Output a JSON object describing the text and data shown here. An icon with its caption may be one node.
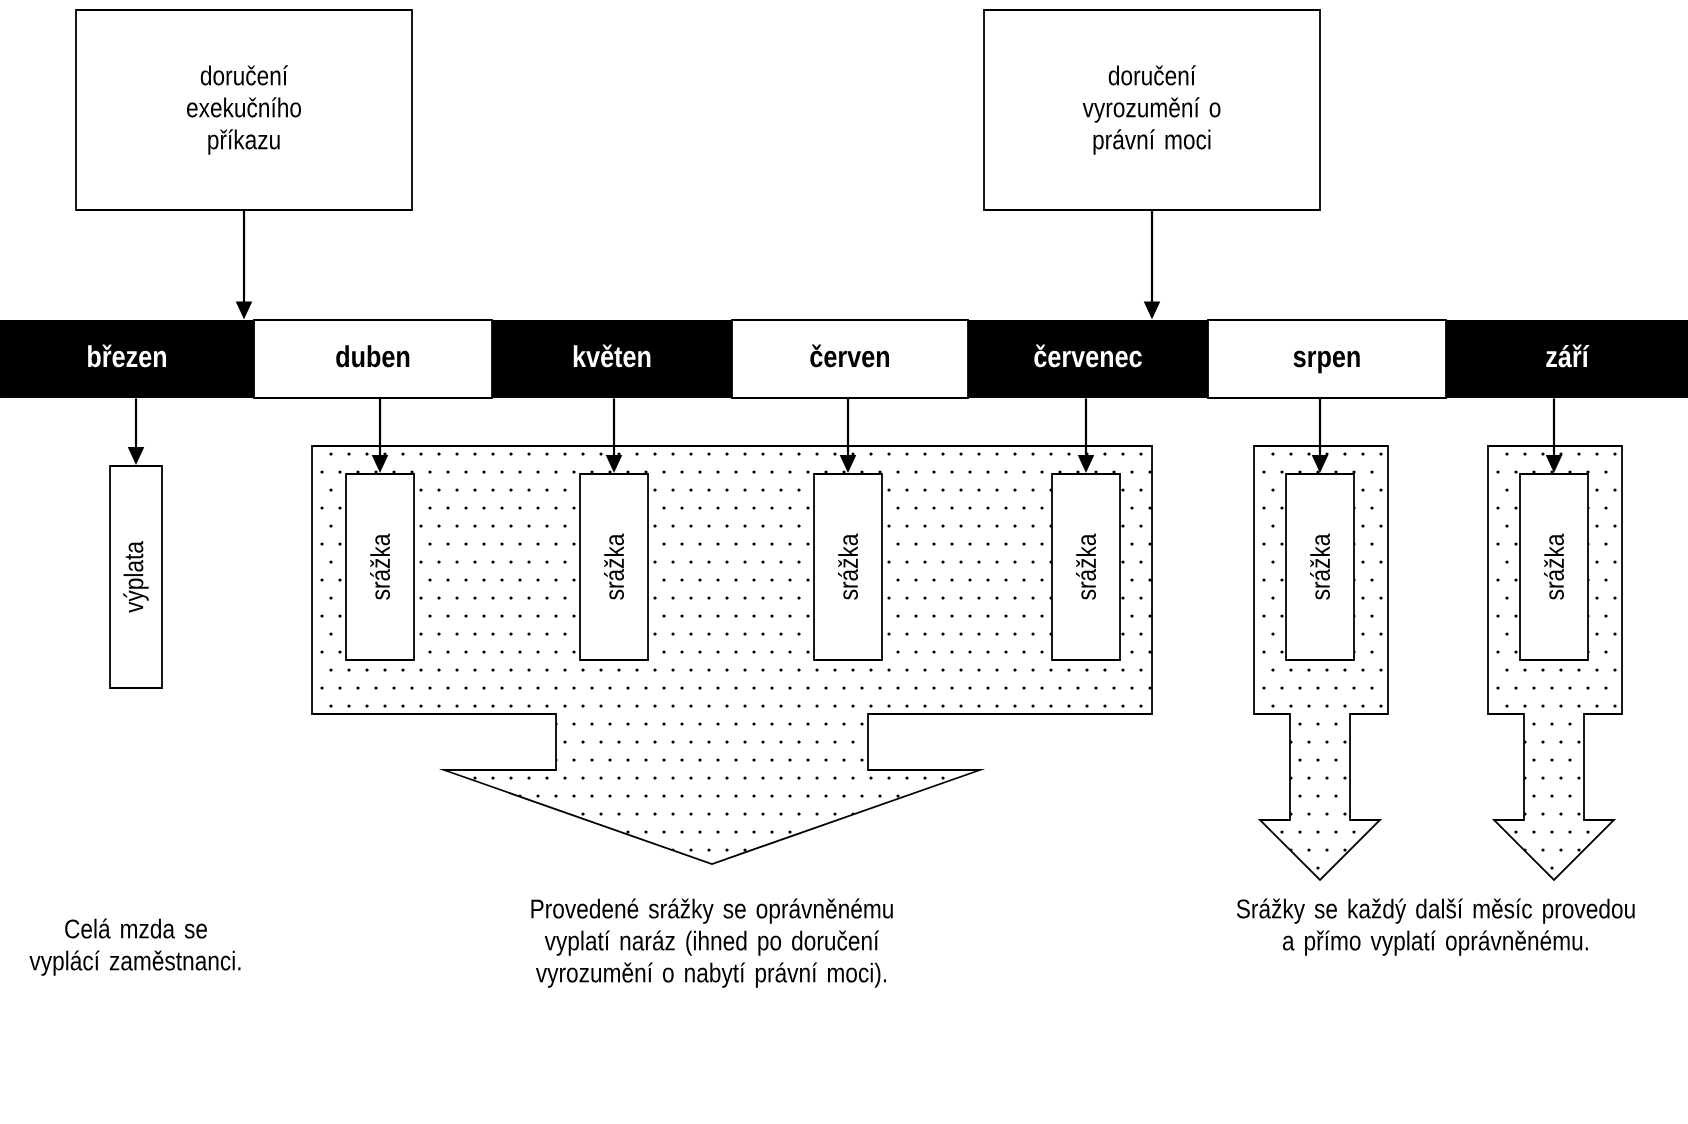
{
  "diagram": {
    "nodes": [
      {
        "text": [
          "doručení exekučního příkazu"
        ]
      },
      {
        "text": [
          "doručení vyrozumění o právní moci"
        ]
      },
      {
        "text": [
          "březen"
        ]
      },
      {
        "text": [
          "duben"
        ]
      },
      {
        "text": [
          "květen"
        ]
      },
      {
        "text": [
          "červen"
        ]
      },
      {
        "text": [
          "červenec"
        ]
      },
      {
        "text": [
          "srpen"
        ]
      },
      {
        "text": [
          "září"
        ]
      },
      {
        "text": [
          "výplata"
        ]
      },
      {
        "text": [],
        "shape": "arrow"
      },
      {
        "text": [
          "srážka"
        ],
        "in": 10
      },
      {
        "text": [
          "srážka"
        ],
        "in": 10
      },
      {
        "text": [
          "srážka"
        ],
        "in": 10
      },
      {
        "text": [
          "srážka"
        ],
        "in": 10
      },
      {
        "text": [],
        "shape": "arrow"
      },
      {
        "text": [
          "srážka"
        ],
        "in": 15
      },
      {
        "text": [],
        "shape": "arrow"
      },
      {
        "text": [
          "srážka"
        ],
        "in": 17
      }
    ],
    "edges": [
      {
        "from": 0,
        "to": 2,
        "arrow": "to"
      },
      {
        "from": 1,
        "to": 6,
        "arrow": "to"
      },
      {
        "from": 2,
        "to": 9,
        "arrow": "to"
      },
      {
        "from": 3,
        "to": 11,
        "arrow": "to"
      },
      {
        "from": 4,
        "to": 12,
        "arrow": "to"
      },
      {
        "from": 5,
        "to": 13,
        "arrow": "to"
      },
      {
        "from": 6,
        "to": 14,
        "arrow": "to"
      },
      {
        "from": 7,
        "to": 16,
        "arrow": "to"
      },
      {
        "from": 8,
        "to": 18,
        "arrow": "to"
      }
    ],
    "labels": [
      "Celá mzda se vyplácí zaměstnanci.",
      "Provedené srážky se oprávněnému vyplatí naráz (ihned po doručení vyrozumění o nabytí právní moci).",
      "Srážky se každý další měsíc provedou a přímo vyplatí oprávněnému."
    ]
  }
}
